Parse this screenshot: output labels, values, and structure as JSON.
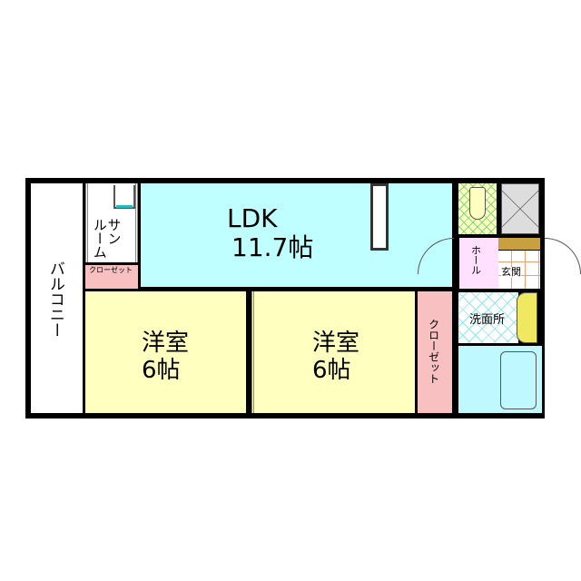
{
  "rooms": {
    "ldk": {
      "name": "LDK",
      "size": "11.7帖",
      "color": "#bfffff"
    },
    "bedroom1": {
      "name": "洋室",
      "size": "6帖",
      "color": "#ffffc0"
    },
    "bedroom2": {
      "name": "洋室",
      "size": "6帖",
      "color": "#ffffc0"
    },
    "balcony": {
      "name": "バルコニー"
    },
    "sunroom": {
      "name": "サン\nルーム"
    },
    "closet_small": {
      "name": "クローゼット",
      "color": "#f8c0c0"
    },
    "closet_right": {
      "name": "クローゼット",
      "color": "#f8c0c0"
    },
    "hall": {
      "name": "ホール",
      "color": "#ffe0ff"
    },
    "entrance": {
      "name": "玄関"
    },
    "washroom": {
      "name": "洗面所"
    },
    "bath": {
      "color": "#bff8ff"
    }
  }
}
